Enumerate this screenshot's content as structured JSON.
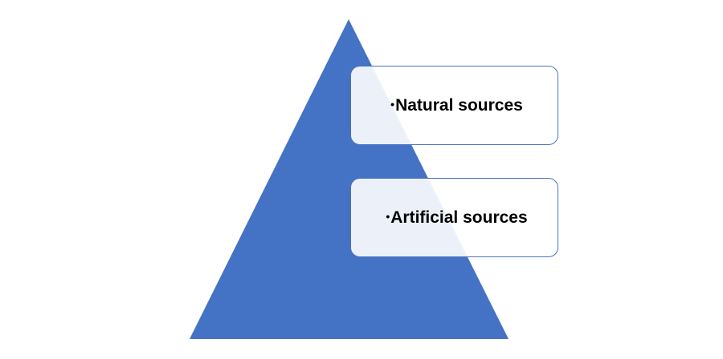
{
  "diagram": {
    "type": "pyramid-list",
    "colors": {
      "pyramid": "#4472c4",
      "box_border": "#4a72c4",
      "box_fill": "#ffffff",
      "text": "#000000"
    },
    "items": [
      {
        "bullet": "•",
        "label": "Natural sources"
      },
      {
        "bullet": "•",
        "label": "Artificial sources"
      }
    ]
  }
}
